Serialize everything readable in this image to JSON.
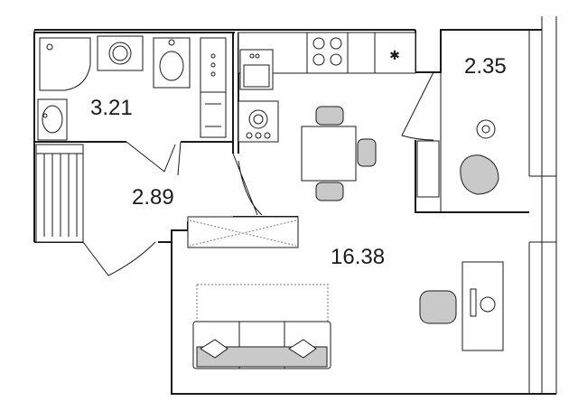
{
  "rooms": {
    "bathroom": {
      "area": "3.21"
    },
    "hallway": {
      "area": "2.89"
    },
    "living_room": {
      "area": "16.38"
    },
    "balcony": {
      "area": "2.35"
    }
  },
  "colors": {
    "wall": "#1a1a1a",
    "furniture_fill": "#c9c9c9",
    "background": "#ffffff"
  }
}
